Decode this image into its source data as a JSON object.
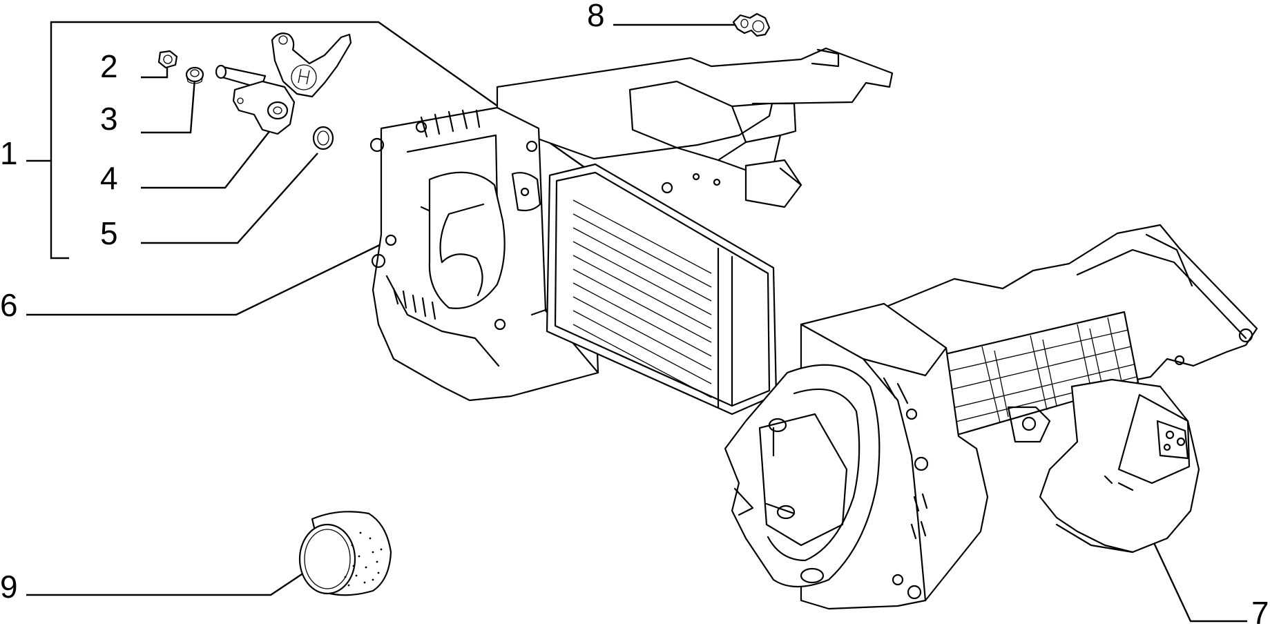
{
  "callouts": [
    {
      "id": "1",
      "label": "1"
    },
    {
      "id": "2",
      "label": "2"
    },
    {
      "id": "3",
      "label": "3"
    },
    {
      "id": "4",
      "label": "4"
    },
    {
      "id": "5",
      "label": "5"
    },
    {
      "id": "6",
      "label": "6"
    },
    {
      "id": "7",
      "label": "7"
    },
    {
      "id": "8",
      "label": "8"
    },
    {
      "id": "9",
      "label": "9"
    }
  ],
  "parts": [
    {
      "callout": "1",
      "name": "valve-assembly-group"
    },
    {
      "callout": "2",
      "name": "nut"
    },
    {
      "callout": "3",
      "name": "bushing"
    },
    {
      "callout": "4",
      "name": "water-valve"
    },
    {
      "callout": "5",
      "name": "o-ring-seal"
    },
    {
      "callout": "6",
      "name": "heater-core"
    },
    {
      "callout": "7",
      "name": "heater-box-housing"
    },
    {
      "callout": "8",
      "name": "clip"
    },
    {
      "callout": "9",
      "name": "cap"
    }
  ],
  "style": {
    "line_color": "#000000",
    "background": "#ffffff"
  }
}
